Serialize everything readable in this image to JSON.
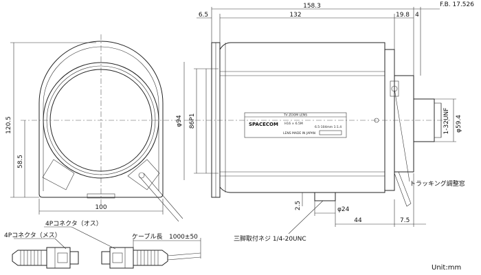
{
  "dimensions": {
    "overall_length": "158.3",
    "flange_back": "F.B. 17.526",
    "front_offset": "6.5",
    "body_length": "132",
    "rear_length": "19.8",
    "rear_small": "4",
    "height": "120.5",
    "mount_height": "58.5",
    "width": "100",
    "front_diameter": "φ94",
    "inner_diameter": "86P1",
    "thread": "1-32UNF",
    "rear_diameter": "φ59.4",
    "foot_offset": "2.5",
    "foot_diameter": "φ24",
    "foot_to_rear": "44",
    "rear_step": "7.5"
  },
  "labels": {
    "tracking_adjuster": "トラッキング調整窓",
    "tripod_screw": "三脚取付ネジ 1/4-20UNC",
    "connector_male": "4Pコネクタ（メス）",
    "connector_female": "4Pコネクタ（オス）",
    "cable_length_label": "ケーブル長",
    "cable_length_value": "1000±50",
    "unit": "Unit:mm"
  },
  "nameplate": {
    "title": "TV ZOOM LENS",
    "brand": "SPACECOM",
    "spec_left": "H16 × 6.5M",
    "spec_right": "6.5-104mm  1:1.4",
    "origin": "LENS MADE IN JAPAN"
  }
}
